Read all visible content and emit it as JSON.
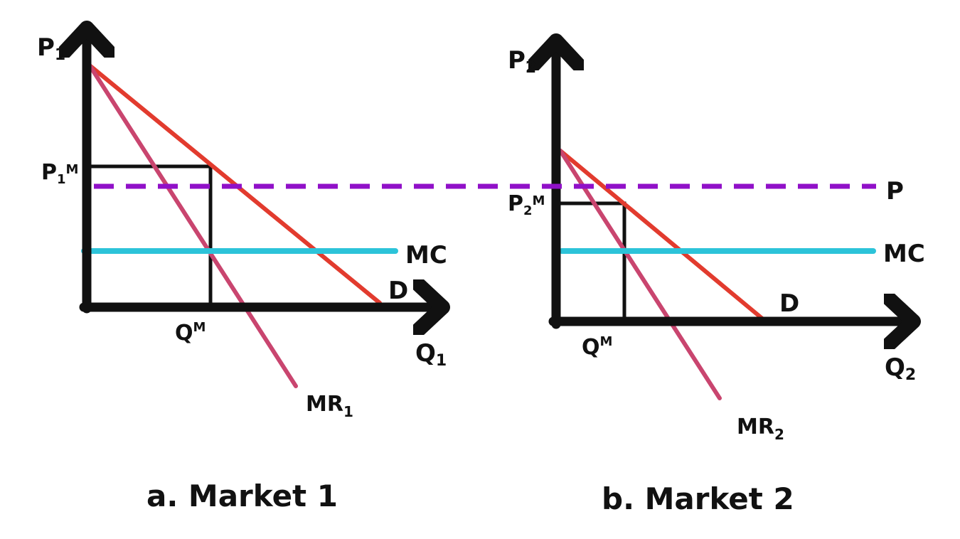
{
  "colors": {
    "axis": "#111111",
    "demand": "#e23b2e",
    "marginal_revenue": "#c9456f",
    "marginal_cost": "#2cc3d9",
    "uniform_price": "#9010c8",
    "rectangle": "#111111",
    "background": "#ffffff"
  },
  "panel_1": {
    "axis_y_label": "P",
    "axis_y_sub": "1",
    "axis_x_label": "Q",
    "axis_x_sub": "1",
    "price_label": "P",
    "price_label_sub": "1",
    "price_label_sup": "M",
    "quantity_label": "Q",
    "quantity_label_sup": "M",
    "mc_label": "MC",
    "demand_label": "D",
    "mr_label": "MR",
    "mr_label_sub": "1",
    "caption": "a. Market 1"
  },
  "panel_2": {
    "axis_y_label": "P",
    "axis_y_sub": "2",
    "axis_x_label": "Q",
    "axis_x_sub": "2",
    "price_label": "P",
    "price_label_sub": "2",
    "price_label_sup": "M",
    "quantity_label": "Q",
    "quantity_label_sup": "M",
    "mc_label": "MC",
    "demand_label": "D",
    "mr_label": "MR",
    "mr_label_sub": "2",
    "uniform_price_label": "P",
    "caption": "b. Market 2"
  }
}
